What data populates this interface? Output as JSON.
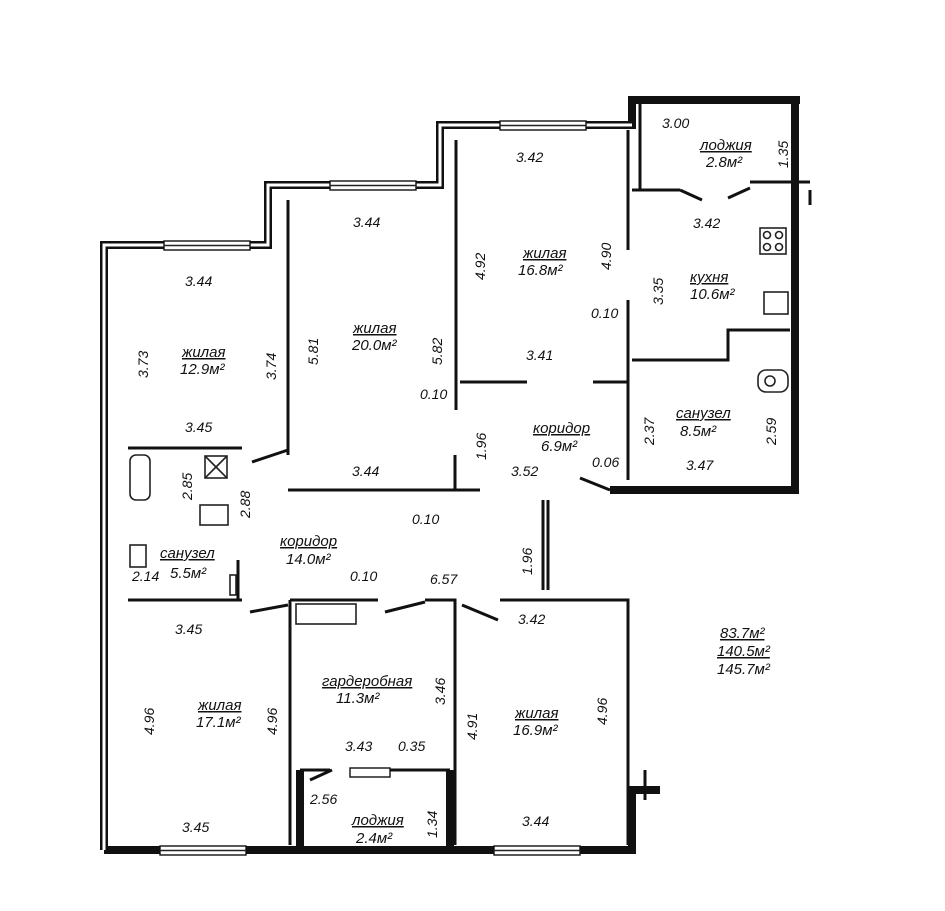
{
  "rooms": {
    "living_129": {
      "name": "жилая",
      "area": "12.9м²"
    },
    "living_200": {
      "name": "жилая",
      "area": "20.0м²"
    },
    "living_168": {
      "name": "жилая",
      "area": "16.8м²"
    },
    "kitchen": {
      "name": "кухня",
      "area": "10.6м²"
    },
    "loggia_top": {
      "name": "лоджия",
      "area": "2.8м²"
    },
    "corridor_69": {
      "name": "коридор",
      "area": "6.9м²"
    },
    "bath_85": {
      "name": "санузел",
      "area": "8.5м²"
    },
    "bath_55": {
      "name": "санузел",
      "area": "5.5м²"
    },
    "corridor_140": {
      "name": "коридор",
      "area": "14.0м²"
    },
    "living_171": {
      "name": "жилая",
      "area": "17.1м²"
    },
    "wardrobe": {
      "name": "гардеробная",
      "area": "11.3м²"
    },
    "living_169": {
      "name": "жилая",
      "area": "16.9м²"
    },
    "loggia_bottom": {
      "name": "лоджия",
      "area": "2.4м²"
    }
  },
  "dimensions": {
    "d_300": "3.00",
    "d_135": "1.35",
    "d_342_top": "3.42",
    "d_344_a": "3.44",
    "d_344_b": "3.44",
    "d_492": "4.92",
    "d_490": "4.90",
    "d_342_kit": "3.42",
    "d_335": "3.35",
    "d_373": "3.73",
    "d_374": "3.74",
    "d_581": "5.81",
    "d_582": "5.82",
    "d_010_a": "0.10",
    "d_341": "3.41",
    "d_010_b": "0.10",
    "d_345_a": "3.45",
    "d_196_a": "1.96",
    "d_237": "2.37",
    "d_259": "2.59",
    "d_006": "0.06",
    "d_347": "3.47",
    "d_344_c": "3.44",
    "d_352": "3.52",
    "d_285": "2.85",
    "d_288": "2.88",
    "d_010_c": "0.10",
    "d_196_b": "1.96",
    "d_214": "2.14",
    "d_010_d": "0.10",
    "d_657": "6.57",
    "d_345_b": "3.45",
    "d_342_b": "3.42",
    "d_346": "3.46",
    "d_496_a": "4.96",
    "d_496_b": "4.96",
    "d_491": "4.91",
    "d_496_c": "4.96",
    "d_343": "3.43",
    "d_035": "0.35",
    "d_256": "2.56",
    "d_134": "1.34",
    "d_345_c": "3.45",
    "d_344_d": "3.44"
  },
  "totals": [
    "83.7м²",
    "140.5м²",
    "145.7м²"
  ]
}
